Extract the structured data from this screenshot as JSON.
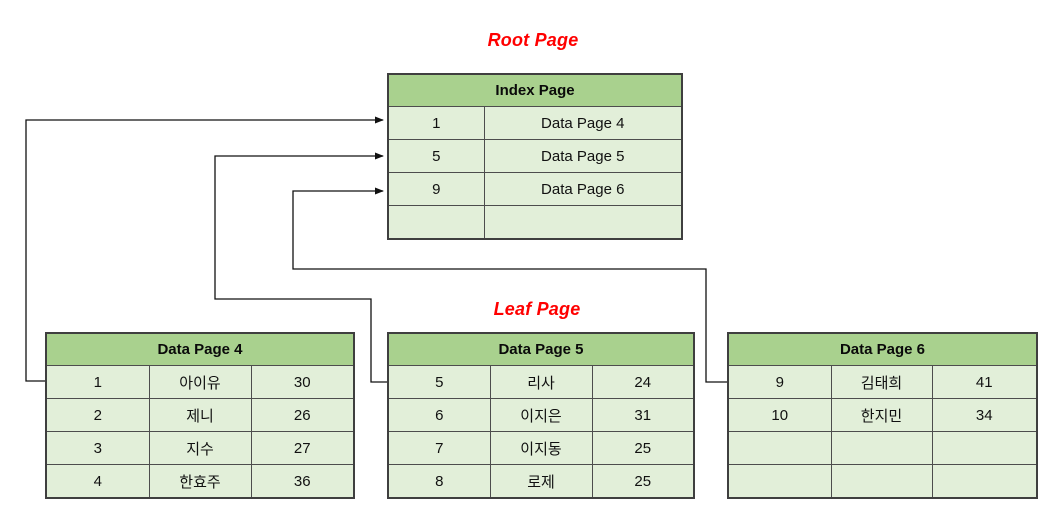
{
  "titles": {
    "root": "Root Page",
    "leaf": "Leaf Page"
  },
  "colors": {
    "title_red": "#FF0000",
    "table_header_green": "#A9D18E",
    "table_row_green": "#E2EFD9",
    "table_border": "#3F3F3F",
    "connector_line": "#111111"
  },
  "index_page": {
    "title": "Index Page",
    "rows": [
      {
        "key": "1",
        "pointer": "Data Page 4"
      },
      {
        "key": "5",
        "pointer": "Data Page 5"
      },
      {
        "key": "9",
        "pointer": "Data Page 6"
      },
      {
        "key": "",
        "pointer": ""
      }
    ]
  },
  "data_page_4": {
    "title": "Data Page 4",
    "rows": [
      {
        "id": "1",
        "name": "아이유",
        "age": "30"
      },
      {
        "id": "2",
        "name": "제니",
        "age": "26"
      },
      {
        "id": "3",
        "name": "지수",
        "age": "27"
      },
      {
        "id": "4",
        "name": "한효주",
        "age": "36"
      }
    ]
  },
  "data_page_5": {
    "title": "Data Page 5",
    "rows": [
      {
        "id": "5",
        "name": "리사",
        "age": "24"
      },
      {
        "id": "6",
        "name": "이지은",
        "age": "31"
      },
      {
        "id": "7",
        "name": "이지동",
        "age": "25"
      },
      {
        "id": "8",
        "name": "로제",
        "age": "25"
      }
    ]
  },
  "data_page_6": {
    "title": "Data Page 6",
    "rows": [
      {
        "id": "9",
        "name": "김태희",
        "age": "41"
      },
      {
        "id": "10",
        "name": "한지민",
        "age": "34"
      },
      {
        "id": "",
        "name": "",
        "age": ""
      },
      {
        "id": "",
        "name": "",
        "age": ""
      }
    ]
  }
}
